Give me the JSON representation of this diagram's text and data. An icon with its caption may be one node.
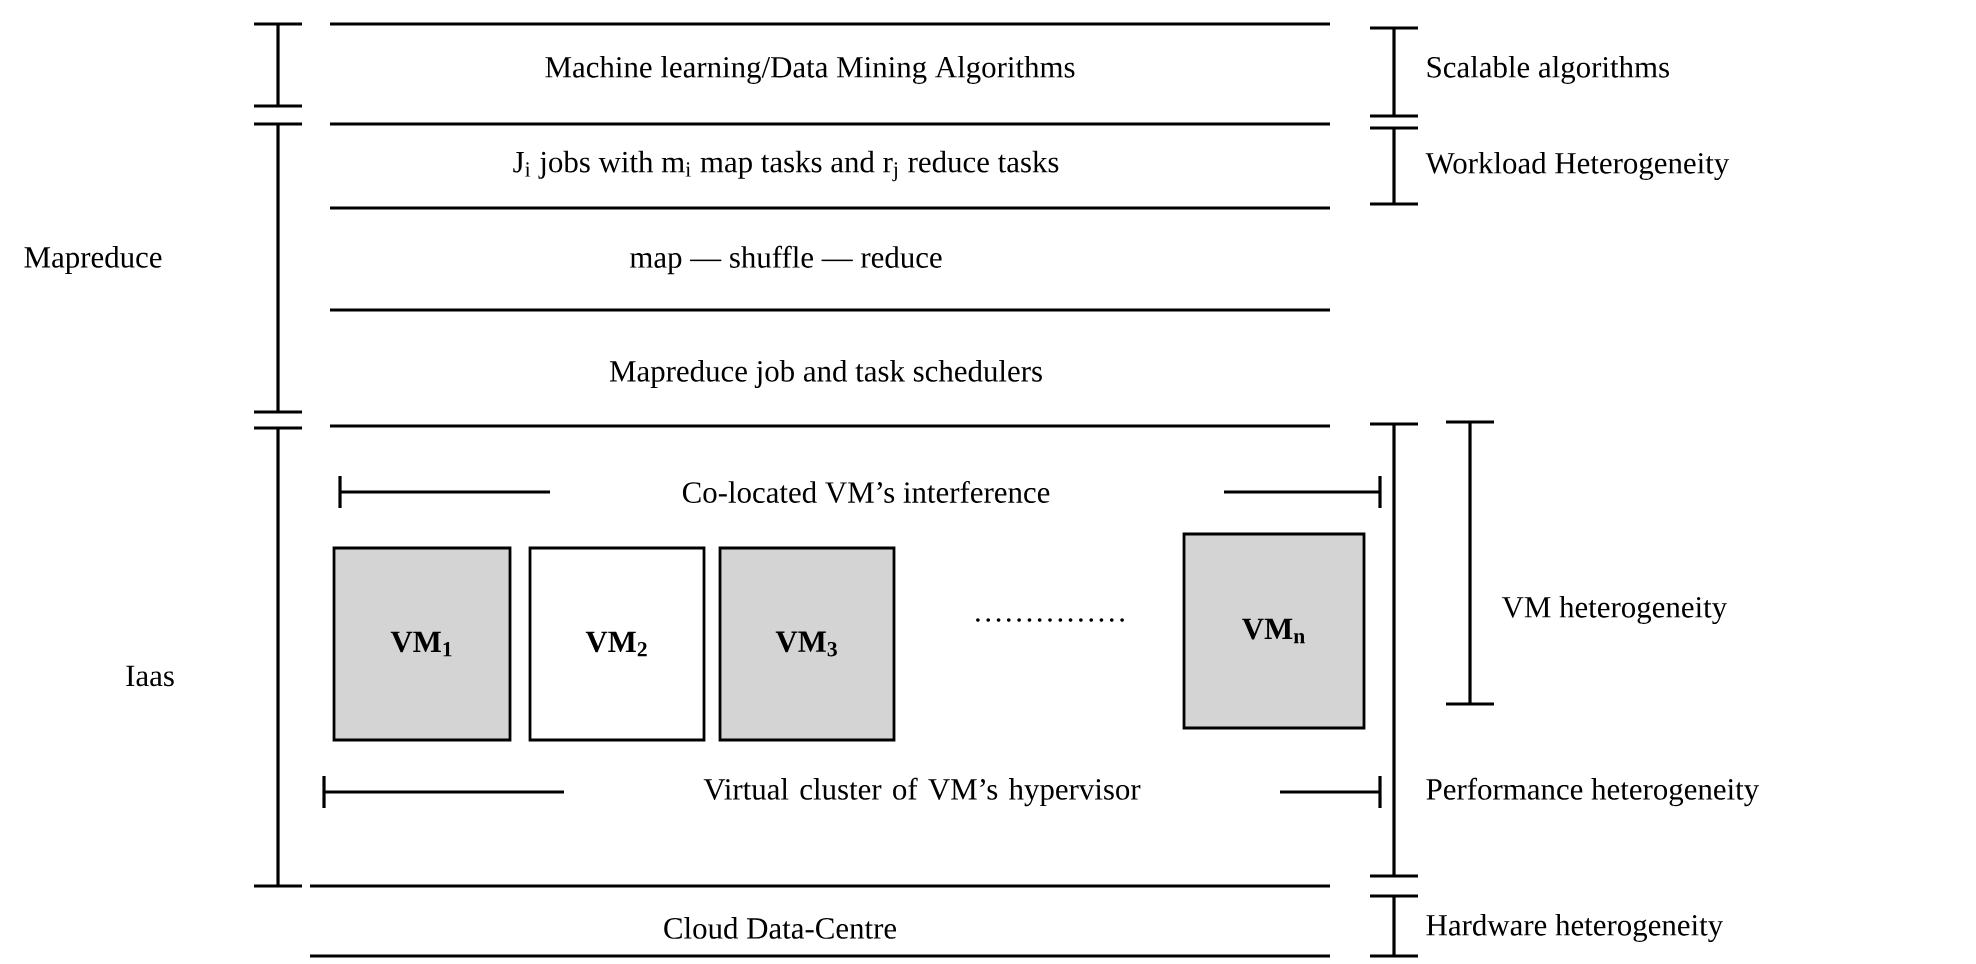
{
  "diagram": {
    "nodes": [
      {
        "text": [
          "VM$_{1}$"
        ]
      },
      {
        "text": [
          "VM$_{2}$"
        ]
      },
      {
        "text": [
          "VM$_{3}$"
        ]
      },
      {
        "text": [
          "VM$_{n}$"
        ]
      }
    ],
    "labels": [
      "Machine learning/Data Mining Algorithms",
      "Scalable algorithms",
      "J$_{i}$ jobs with m$_{i}$ map tasks and r$_{j}$ reduce tasks",
      "Workload Heterogeneity",
      "Mapreduce",
      "map — shuffle — reduce",
      "Mapreduce job and task schedulers",
      "Co-located VM’s interference",
      "VM heterogeneity",
      "Iaas",
      "……………",
      "Virtual cluster of VM’s hypervisor",
      "Performance heterogeneity",
      "Cloud Data-Centre",
      "Hardware heterogeneity"
    ]
  }
}
